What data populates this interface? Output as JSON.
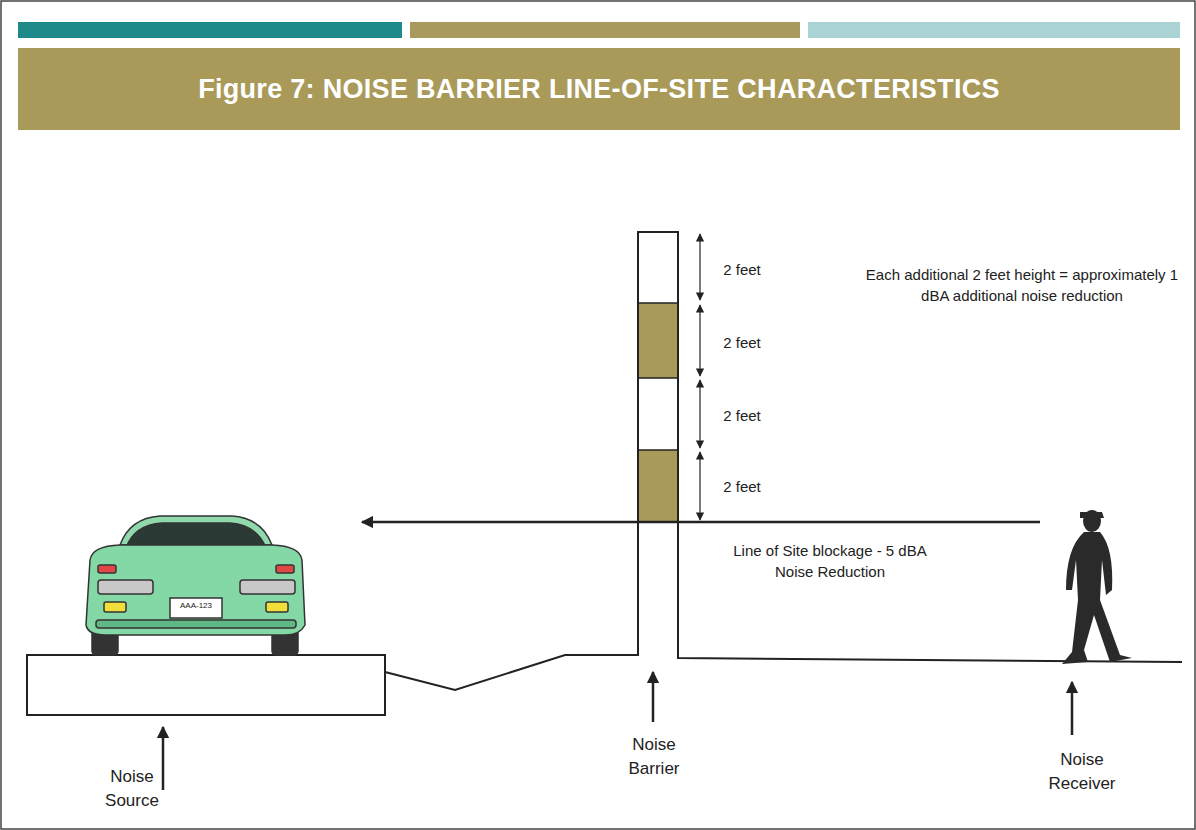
{
  "diagram": {
    "title": "Figure 7: NOISE BARRIER LINE-OF-SITE CHARACTERISTICS",
    "labels": [
      "2 feet",
      "2 feet",
      "2 feet",
      "2 feet",
      "Each additional 2 feet height = approximately 1 dBA additional noise reduction",
      "Line of Site blockage - 5 dBA Noise Reduction",
      "AAA-123",
      "Noise Source",
      "Noise Barrier",
      "Noise Receiver"
    ]
  }
}
